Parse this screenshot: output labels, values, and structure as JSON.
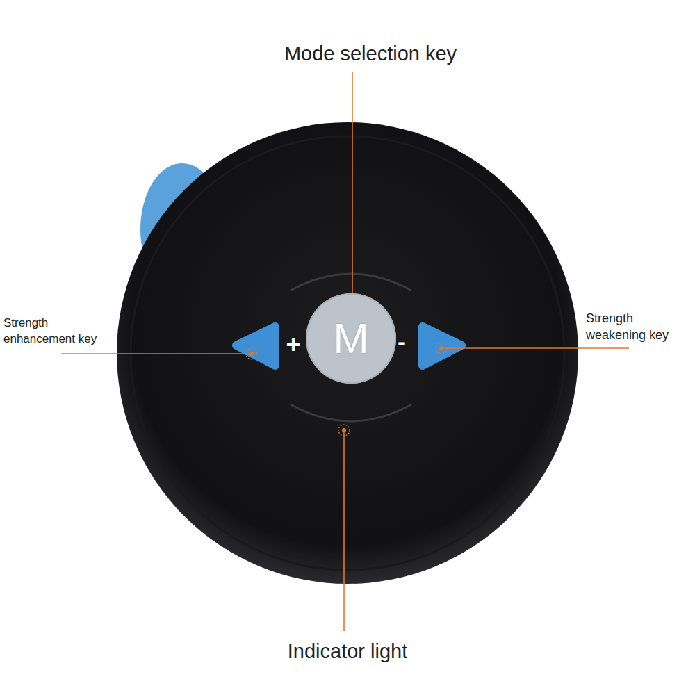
{
  "diagram": {
    "nodes": [
      {
        "text": [
          "M"
        ]
      }
    ],
    "labels": [
      "Mode selection key",
      "Strength enhancement key",
      "Strength weakening key",
      "+",
      "-",
      "Indicator light"
    ]
  }
}
